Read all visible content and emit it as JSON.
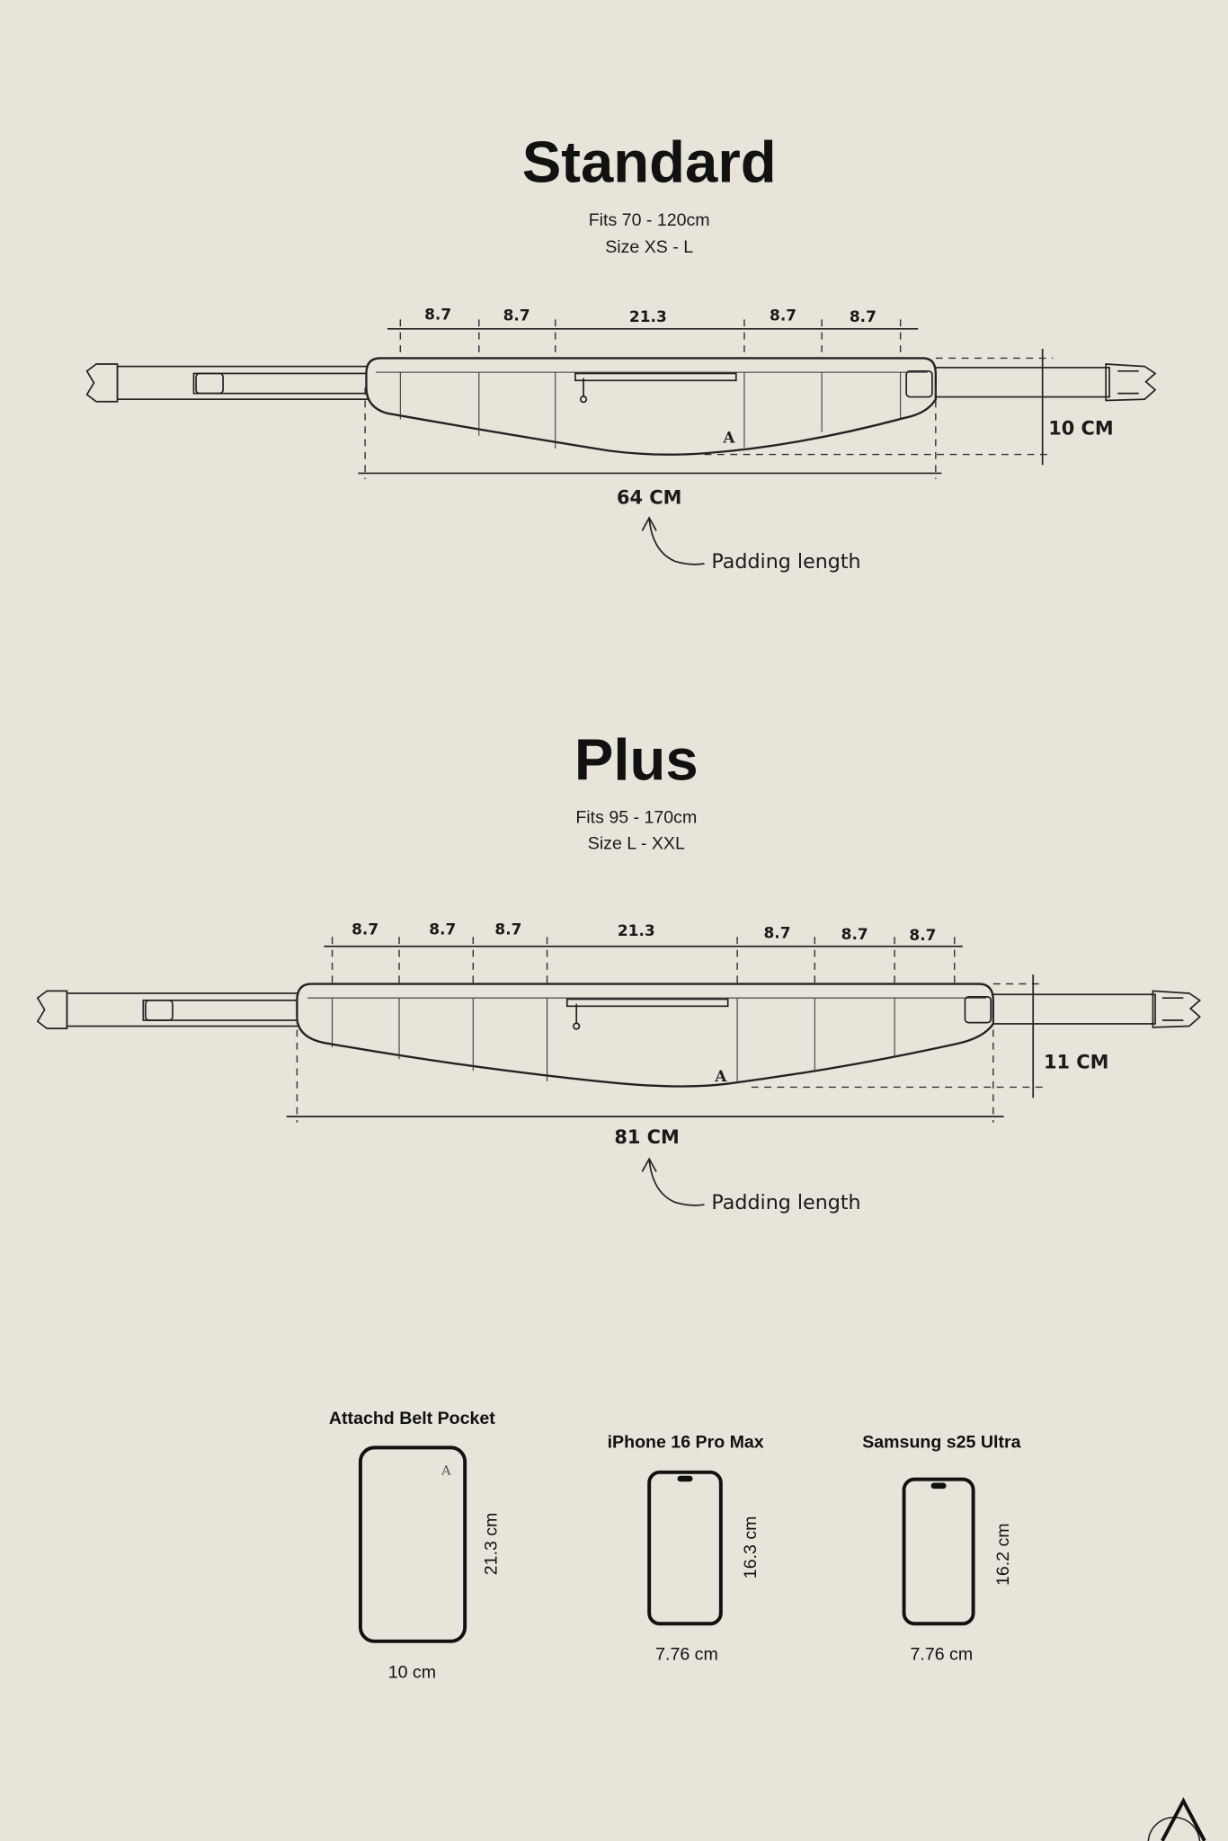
{
  "standard": {
    "title": "Standard",
    "fits": "Fits 70 - 120cm",
    "size": "Size XS - L",
    "segments": [
      "8.7",
      "8.7",
      "21.3",
      "8.7",
      "8.7"
    ],
    "height": "10 CM",
    "length": "64 CM",
    "padding_note": "Padding length"
  },
  "plus": {
    "title": "Plus",
    "fits": "Fits 95 - 170cm",
    "size": "Size L - XXL",
    "segments": [
      "8.7",
      "8.7",
      "8.7",
      "21.3",
      "8.7",
      "8.7",
      "8.7"
    ],
    "height": "11 CM",
    "length": "81 CM",
    "padding_note": "Padding length"
  },
  "devices": [
    {
      "name": "Attachd Belt Pocket",
      "height": "21.3 cm",
      "width": "10 cm"
    },
    {
      "name": "iPhone 16 Pro Max",
      "height": "16.3 cm",
      "width": "7.76 cm"
    },
    {
      "name": "Samsung s25 Ultra",
      "height": "16.2 cm",
      "width": "7.76 cm"
    }
  ],
  "logo": "A"
}
